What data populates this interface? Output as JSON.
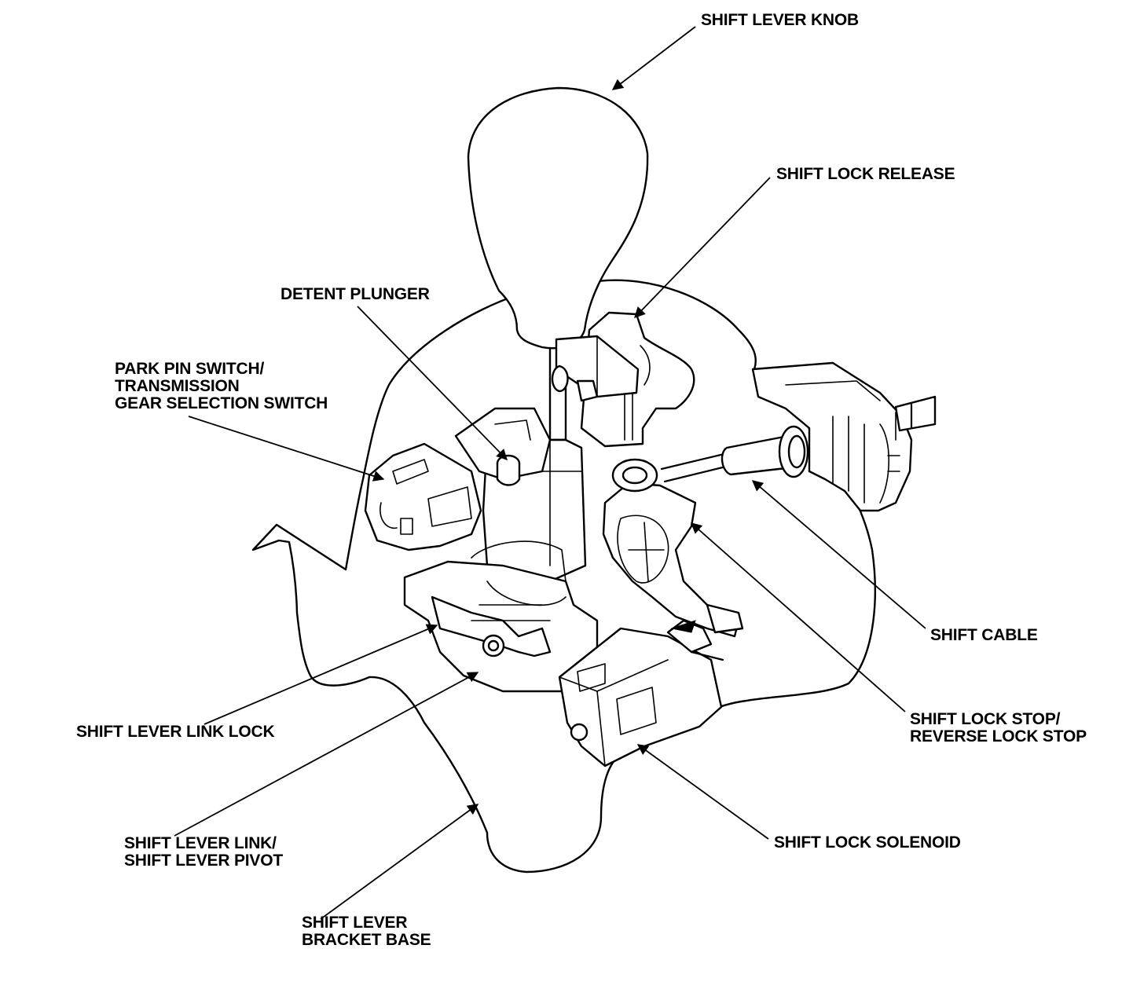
{
  "labels": {
    "knob": "SHIFT LEVER KNOB",
    "lock_release": "SHIFT LOCK RELEASE",
    "detent": "DETENT PLUNGER",
    "park_switch": [
      "PARK PIN SWITCH/",
      "TRANSMISSION",
      "GEAR SELECTION SWITCH"
    ],
    "shift_cable": "SHIFT CABLE",
    "lock_stop": [
      "SHIFT LOCK STOP/",
      "REVERSE LOCK STOP"
    ],
    "link_lock": "SHIFT LEVER LINK LOCK",
    "link_pivot": [
      "SHIFT LEVER LINK/",
      "SHIFT LEVER PIVOT"
    ],
    "solenoid": "SHIFT LOCK SOLENOID",
    "bracket": [
      "SHIFT LEVER",
      "BRACKET BASE"
    ]
  }
}
